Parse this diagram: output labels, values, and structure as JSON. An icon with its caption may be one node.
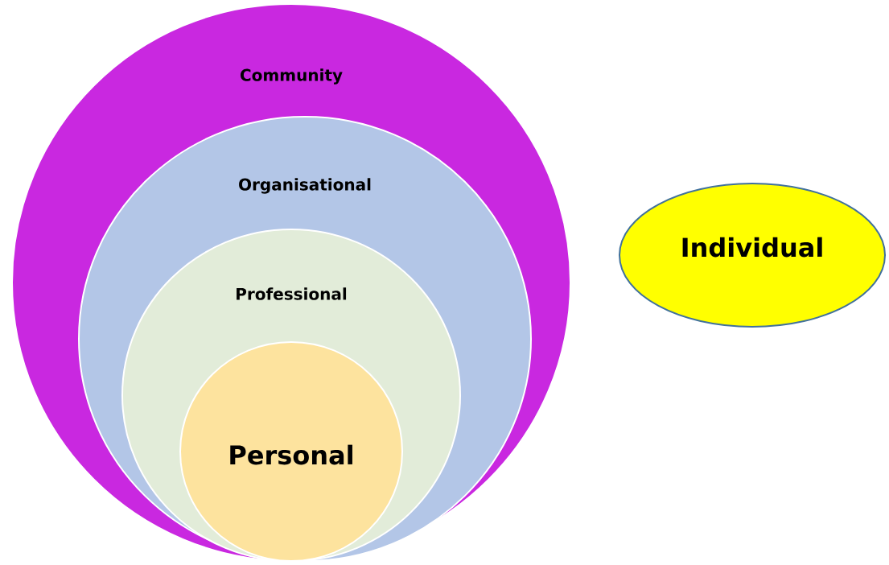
{
  "diagram": {
    "nodes": [
      {
        "text": [
          "Community"
        ]
      },
      {
        "text": [
          "Organisational"
        ],
        "in": 0
      },
      {
        "text": [
          "Professional"
        ],
        "in": 1
      },
      {
        "text": [
          "Personal"
        ],
        "in": 2
      },
      {
        "text": [
          "Individual"
        ]
      }
    ]
  }
}
